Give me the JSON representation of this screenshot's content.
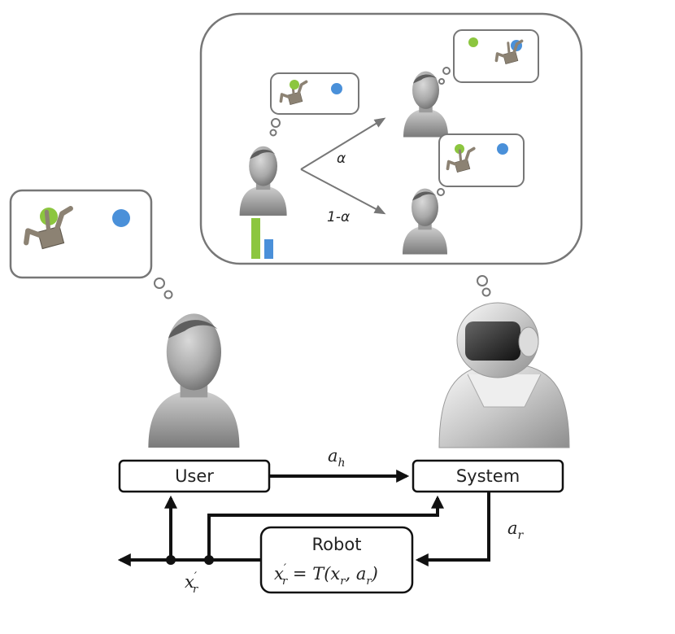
{
  "boxes": {
    "user": "User",
    "system": "System",
    "robot": "Robot"
  },
  "labels": {
    "a_h_base": "a",
    "a_h_sub": "h",
    "a_r_base": "a",
    "a_r_sub": "r",
    "x_prime_base": "x",
    "x_prime_prime": "′",
    "x_prime_sub": "r",
    "robot_eq_lhs_base": "x",
    "robot_eq_lhs_prime": "′",
    "robot_eq_lhs_sub": "r",
    "robot_eq_mid": " = T(x",
    "robot_eq_sub2": "r",
    "robot_eq_end": ", a",
    "robot_eq_sub3": "r",
    "robot_eq_close": ")"
  },
  "branches": {
    "alpha": "α",
    "one_minus_alpha": "1-α"
  },
  "colors": {
    "green_goal": "#8cc63f",
    "blue_goal": "#4a90d9",
    "robot_arm": "#8c8273",
    "outline": "#555555",
    "line": "#111111"
  },
  "belief_bars": [
    0.88,
    0.42
  ]
}
